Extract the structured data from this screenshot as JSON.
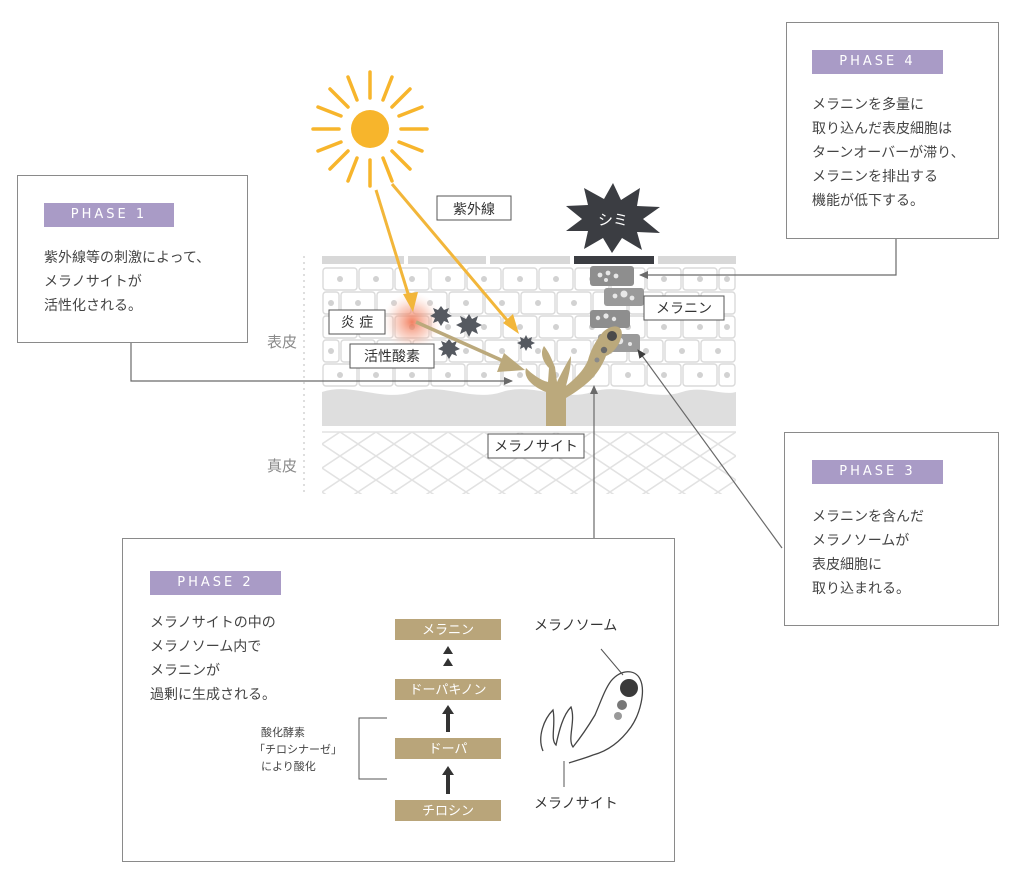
{
  "colors": {
    "phase_tag": "#a99bc6",
    "sun": "#f7b52c",
    "uv_arrow": "#f2b63a",
    "melanocyte": "#bba97c",
    "flow_box": "#b9a57a",
    "skin_line": "#d5d5d5",
    "dermis_band": "#dedede",
    "spot": "#3b3d42",
    "ros": "#555960",
    "inflammation": "#f06a45"
  },
  "phase1": {
    "tag": "PHASE 1",
    "lines": [
      "紫外線等の刺激によって、",
      "メラノサイトが",
      "活性化される。"
    ]
  },
  "phase2": {
    "tag": "PHASE 2",
    "lines": [
      "メラノサイトの中の",
      "メラノソーム内で",
      "メラニンが",
      "過剰に生成される。"
    ]
  },
  "phase3": {
    "tag": "PHASE 3",
    "lines": [
      "メラニンを含んだ",
      "メラノソームが",
      "表皮細胞に",
      "取り込まれる。"
    ]
  },
  "phase4": {
    "tag": "PHASE 4",
    "lines": [
      "メラニンを多量に",
      "取り込んだ表皮細胞は",
      "ターンオーバーが滞り、",
      "メラニンを排出する",
      "機能が低下する。"
    ]
  },
  "labels": {
    "uv": "紫外線",
    "spot": "シミ",
    "inflammation": "炎 症",
    "ros": "活性酸素",
    "melanin": "メラニン",
    "melanocyte": "メラノサイト",
    "epidermis": "表皮",
    "dermis": "真皮"
  },
  "flow": {
    "steps": [
      "メラニン",
      "ドーパキノン",
      "ドーパ",
      "チロシン"
    ],
    "enzyme_note": [
      "酸化酵素",
      "「チロシナーゼ」",
      "により酸化"
    ]
  },
  "cell_labels": {
    "melanosome": "メラノソーム",
    "melanocyte": "メラノサイト"
  }
}
